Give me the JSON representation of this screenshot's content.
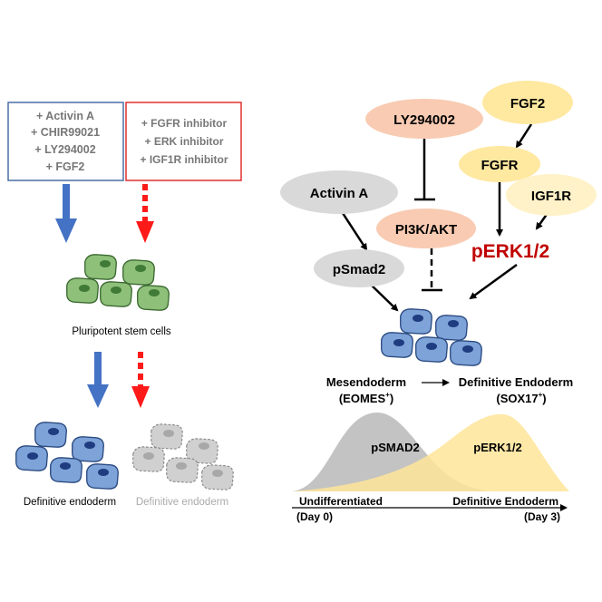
{
  "left_panel": {
    "blue_box": [
      "+ Activin A",
      "+ CHIR99021",
      "+ LY294002",
      "+ FGF2"
    ],
    "red_box": [
      "+ FGFR inhibitor",
      "+ ERK inhibitor",
      "+ IGF1R inhibitor"
    ],
    "pluripotent_label": "Pluripotent stem cells",
    "endoderm_label": "Definitive endoderm",
    "endoderm_label_inhibited": "Definitive endoderm"
  },
  "right_panel": {
    "nodes": {
      "fgf2": "FGF2",
      "ly294002": "LY294002",
      "fgfr": "FGFR",
      "activin_a": "Activin A",
      "igf1r": "IGF1R",
      "pi3k_akt": "PI3K/AKT",
      "perk": "pERK1/2",
      "psmad2": "pSmad2"
    },
    "mesendoderm": "Mesendoderm",
    "eomes": "(EOMES",
    "eomes_sup": "+",
    "eomes_close": ")",
    "definitive_endoderm": "Definitive Endoderm",
    "sox17": "(SOX17",
    "sox17_sup": "+",
    "sox17_close": ")",
    "curve_psmad2": "pSMAD2",
    "curve_perk": "pERK1/2",
    "axis_start": "Undifferentiated",
    "axis_start_day": "(Day 0)",
    "axis_end": "Definitive Endoderm",
    "axis_end_day": "(Day 3)"
  },
  "colors": {
    "blue_box": "#4a6fa5",
    "red_box": "#e03030",
    "blue_arrow": "#4472c4",
    "red_arrow": "#ff1a1a",
    "green_cell": "#8ec07a",
    "blue_cell": "#7ea3d8",
    "grey_cell": "#d0d0d0",
    "ly_node": "#f8cbb2",
    "fgf_node": "#ffe8a0",
    "igf_node": "#fff2c8",
    "grey_node": "#d9d9d9",
    "perk_text": "#c00000",
    "psmad_curve": "#b8b8b8",
    "perk_curve": "#ffe599"
  }
}
